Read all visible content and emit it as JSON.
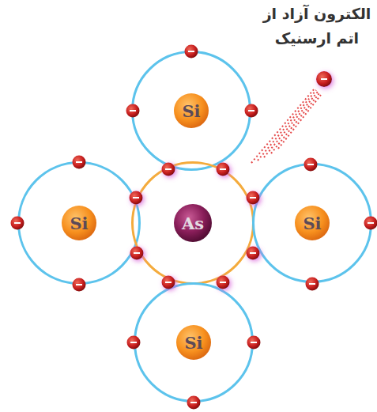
{
  "diagram": {
    "nodes": [
      {
        "text": [
          "Si"
        ]
      },
      {
        "text": [
          "Si"
        ]
      },
      {
        "text": [
          "As"
        ]
      },
      {
        "text": [
          "Si"
        ]
      },
      {
        "text": [
          "Si"
        ]
      }
    ],
    "labels": [
      "الکترون آزاد از اتم ارسنیک"
    ]
  }
}
